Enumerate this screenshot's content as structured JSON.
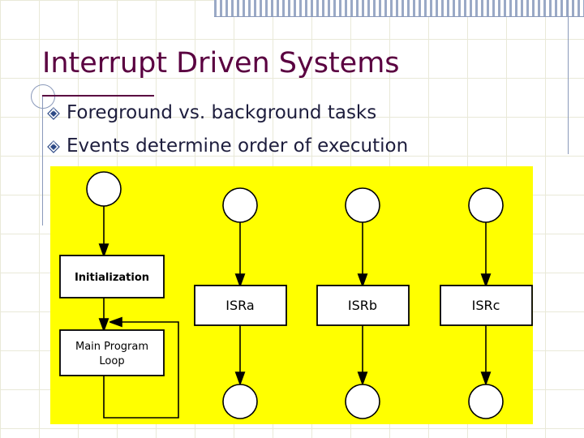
{
  "slide": {
    "title": "Interrupt Driven Systems",
    "bullets": [
      {
        "text": "Foreground vs. background tasks",
        "marker": "diamond-bullet"
      },
      {
        "text": "Events determine order of execution",
        "marker": "diamond-bullet"
      }
    ],
    "colors": {
      "title": "#5a0040",
      "bullet_text": "#1d1d3d",
      "diagram_background": "#ffff00",
      "rule": "#8a99ba",
      "grid": "#e9e9d8"
    }
  },
  "diagram": {
    "type": "flowchart",
    "background": "#ffff00",
    "boxes": [
      {
        "id": "initialization",
        "label": "Initialization",
        "label_lines": [
          "Initialization"
        ],
        "font_size": 13,
        "bold": true
      },
      {
        "id": "main-program-loop",
        "label": "Main Program Loop",
        "label_lines": [
          "Main Program",
          "Loop"
        ],
        "font_size": 13,
        "bold": false
      },
      {
        "id": "isra",
        "label": "ISRa",
        "label_lines": [
          "ISRa"
        ],
        "font_size": 16,
        "bold": false
      },
      {
        "id": "isrb",
        "label": "ISRb",
        "label_lines": [
          "ISRb"
        ],
        "font_size": 16,
        "bold": false
      },
      {
        "id": "isrc",
        "label": "ISRc",
        "label_lines": [
          "ISRc"
        ],
        "font_size": 16,
        "bold": false
      }
    ],
    "terminators": [
      {
        "id": "start-init",
        "shape": "circle"
      },
      {
        "id": "start-isra",
        "shape": "circle"
      },
      {
        "id": "start-isrb",
        "shape": "circle"
      },
      {
        "id": "start-isrc",
        "shape": "circle"
      },
      {
        "id": "end-isra",
        "shape": "circle"
      },
      {
        "id": "end-isrb",
        "shape": "circle"
      },
      {
        "id": "end-isrc",
        "shape": "circle"
      }
    ],
    "connectors": [
      {
        "from": "start-init",
        "to": "initialization",
        "style": "arrow-down"
      },
      {
        "from": "initialization",
        "to": "main-program-loop",
        "style": "arrow-down"
      },
      {
        "from": "main-program-loop",
        "to": "main-program-loop",
        "style": "loop-back-right"
      },
      {
        "from": "start-isra",
        "to": "isra",
        "style": "arrow-down"
      },
      {
        "from": "isra",
        "to": "end-isra",
        "style": "arrow-down"
      },
      {
        "from": "start-isrb",
        "to": "isrb",
        "style": "arrow-down"
      },
      {
        "from": "isrb",
        "to": "end-isrb",
        "style": "arrow-down"
      },
      {
        "from": "start-isrc",
        "to": "isrc",
        "style": "arrow-down"
      },
      {
        "from": "isrc",
        "to": "end-isrc",
        "style": "arrow-down"
      }
    ]
  }
}
